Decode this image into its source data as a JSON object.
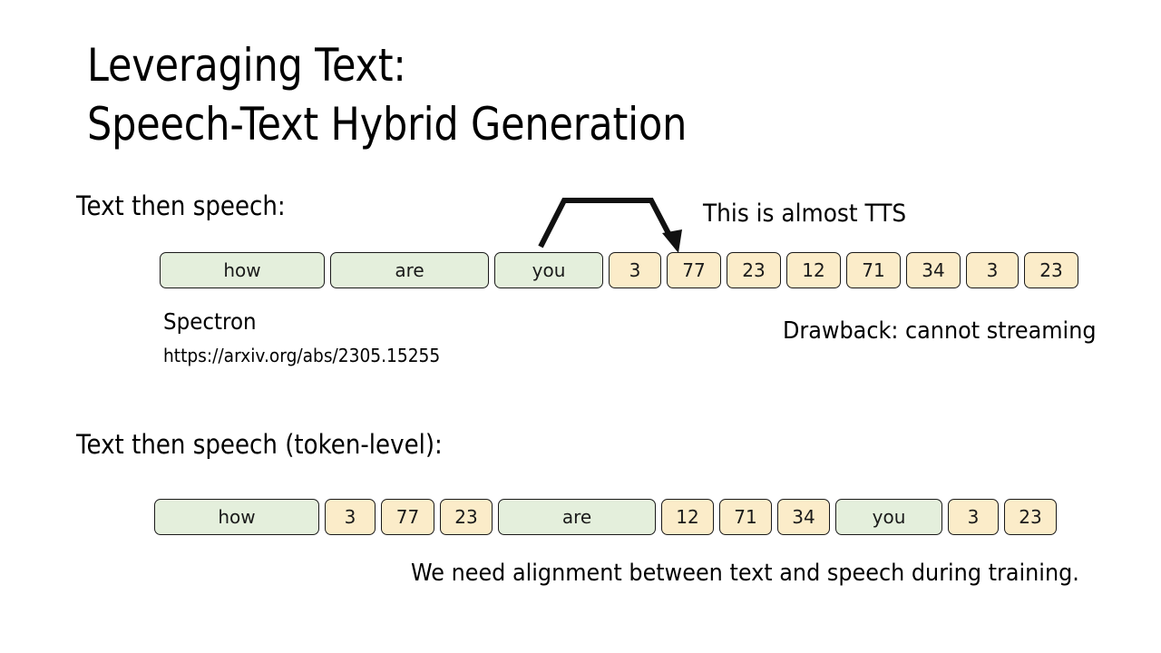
{
  "slide": {
    "title": "Leveraging Text:\nSpeech-Text Hybrid Generation",
    "background_color": "#ffffff"
  },
  "colors": {
    "text_token_fill": "#e4efdc",
    "audio_token_fill": "#fbecc9",
    "token_border": "#1a1a1a",
    "foreground": "#000000"
  },
  "section_one": {
    "label": "Text then speech:",
    "annotation": "This is almost TTS",
    "drawback": "Drawback: cannot streaming",
    "citation_name": "Spectron",
    "citation_url": "https://arxiv.org/abs/2305.15255",
    "arrow_name": "hop-arrow",
    "tokens": [
      {
        "label": "how",
        "kind": "text",
        "width": 182
      },
      {
        "label": "are",
        "kind": "text",
        "width": 175
      },
      {
        "label": "you",
        "kind": "text",
        "width": 120
      },
      {
        "label": "3",
        "kind": "audio",
        "width": 58
      },
      {
        "label": "77",
        "kind": "audio",
        "width": 60
      },
      {
        "label": "23",
        "kind": "audio",
        "width": 60
      },
      {
        "label": "12",
        "kind": "audio",
        "width": 60
      },
      {
        "label": "71",
        "kind": "audio",
        "width": 60
      },
      {
        "label": "34",
        "kind": "audio",
        "width": 60
      },
      {
        "label": "3",
        "kind": "audio",
        "width": 58
      },
      {
        "label": "23",
        "kind": "audio",
        "width": 60
      }
    ]
  },
  "section_two": {
    "label": "Text then speech (token-level):",
    "caption": "We need alignment between text and speech during training.",
    "tokens": [
      {
        "label": "how",
        "kind": "text",
        "width": 182
      },
      {
        "label": "3",
        "kind": "audio",
        "width": 56
      },
      {
        "label": "77",
        "kind": "audio",
        "width": 59
      },
      {
        "label": "23",
        "kind": "audio",
        "width": 58
      },
      {
        "label": "are",
        "kind": "text",
        "width": 174
      },
      {
        "label": "12",
        "kind": "audio",
        "width": 58
      },
      {
        "label": "71",
        "kind": "audio",
        "width": 58
      },
      {
        "label": "34",
        "kind": "audio",
        "width": 58
      },
      {
        "label": "you",
        "kind": "text",
        "width": 118
      },
      {
        "label": "3",
        "kind": "audio",
        "width": 56
      },
      {
        "label": "23",
        "kind": "audio",
        "width": 58
      }
    ]
  }
}
